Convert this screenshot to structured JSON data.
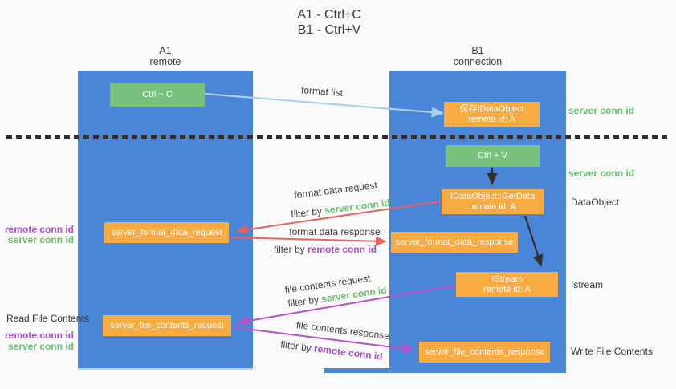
{
  "title": {
    "line1": "A1 - Ctrl+C",
    "line2": "B1 - Ctrl+V"
  },
  "lanes": {
    "left": {
      "name": "A1",
      "role": "remote"
    },
    "right": {
      "name": "B1",
      "role": "connection"
    }
  },
  "nodes": {
    "ctrl_c": {
      "label": "Ctrl + C"
    },
    "save_dataobject": {
      "line1": "保存IDataObject",
      "line2": "remote id: A"
    },
    "ctrl_v": {
      "label": "Ctrl + V"
    },
    "getdata": {
      "line1": "IDataObject::GetData",
      "line2": "remote id: A"
    },
    "format_request": {
      "label": "server_format_data_request"
    },
    "format_response": {
      "label": "server_format_data_response"
    },
    "istream": {
      "line1": "IStream",
      "line2": "remote id: A"
    },
    "file_request": {
      "label": "server_file_contents_request"
    },
    "file_response": {
      "label": "server_file_contents_response"
    }
  },
  "flow_labels": {
    "format_list": "format list",
    "format_data_request": "format data request",
    "format_data_response": "format data response",
    "file_contents_request": "file contents request",
    "file_contents_response": "file contents response",
    "filter_by": "filter by ",
    "server_conn_id": "server conn id",
    "remote_conn_id": "remote conn id"
  },
  "side_labels": {
    "right_server_conn_id_top": "server conn id",
    "right_server_conn_id_mid": "server conn id",
    "dataobject": "DataObject",
    "istream": "Istream",
    "write_file_contents": "Write File Contents",
    "left_remote_conn_id_top": "remote conn id",
    "left_server_conn_id_top": "server conn id",
    "read_file_contents": "Read File Contents",
    "left_remote_conn_id_bottom": "remote conn id",
    "left_server_conn_id_bottom": "server conn id"
  },
  "colors": {
    "lane_blue": "#4a86d8",
    "node_green": "#78c27d",
    "node_orange": "#f8ab43",
    "arrow_light_blue": "#a9d2ee",
    "arrow_red": "#e8635d",
    "arrow_purple": "#bd50c5",
    "arrow_black": "#303030",
    "text_green": "#6abf71",
    "text_purple": "#a94fc8"
  }
}
